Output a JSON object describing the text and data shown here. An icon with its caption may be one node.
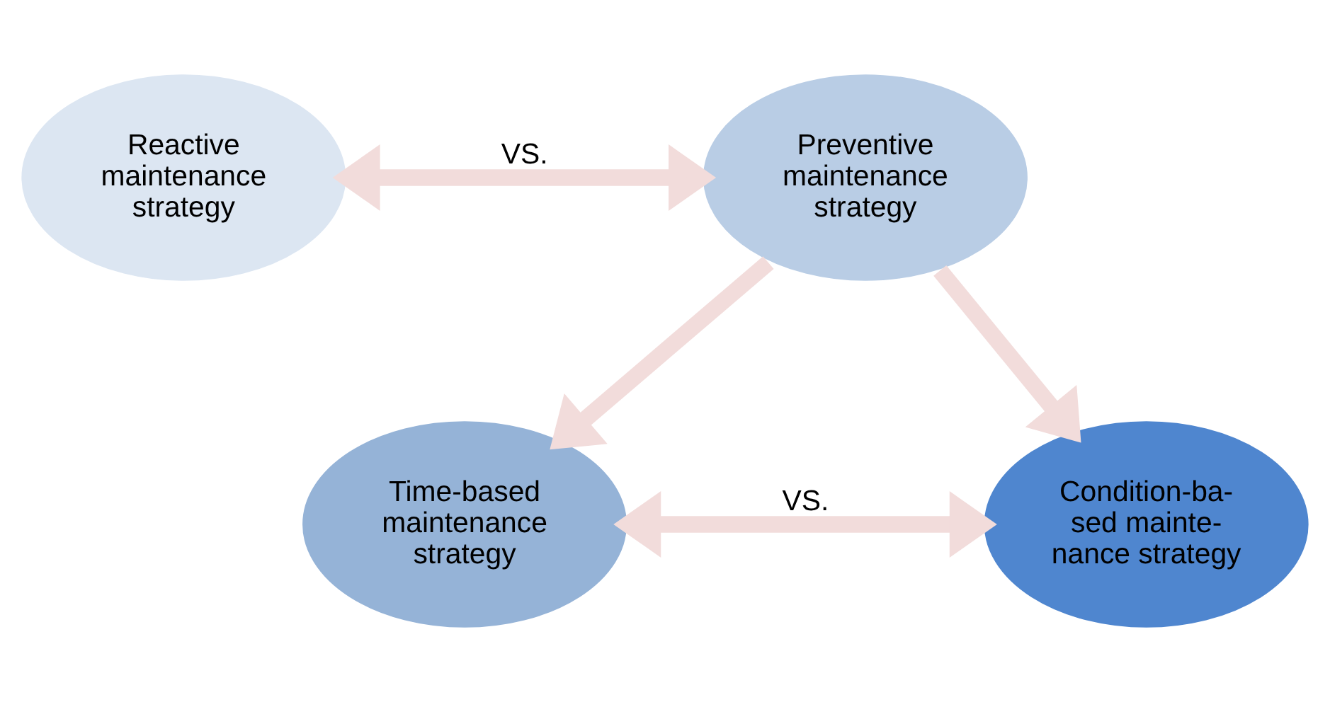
{
  "diagram": {
    "nodes": [
      {
        "text": [
          "Reactive maintenance strategy"
        ]
      },
      {
        "text": [
          "Preventive maintenance strategy"
        ]
      },
      {
        "text": [
          "Time-based maintenance strategy"
        ]
      },
      {
        "text": [
          "Condition-ba- sed mainte- nance strategy"
        ]
      }
    ],
    "edges": [
      {
        "from": 0,
        "to": 1,
        "arrow": "both",
        "label": "VS."
      },
      {
        "from": 1,
        "to": 2,
        "arrow": "to"
      },
      {
        "from": 1,
        "to": 3,
        "arrow": "to"
      },
      {
        "from": 2,
        "to": 3,
        "arrow": "both",
        "label": "VS."
      }
    ]
  }
}
